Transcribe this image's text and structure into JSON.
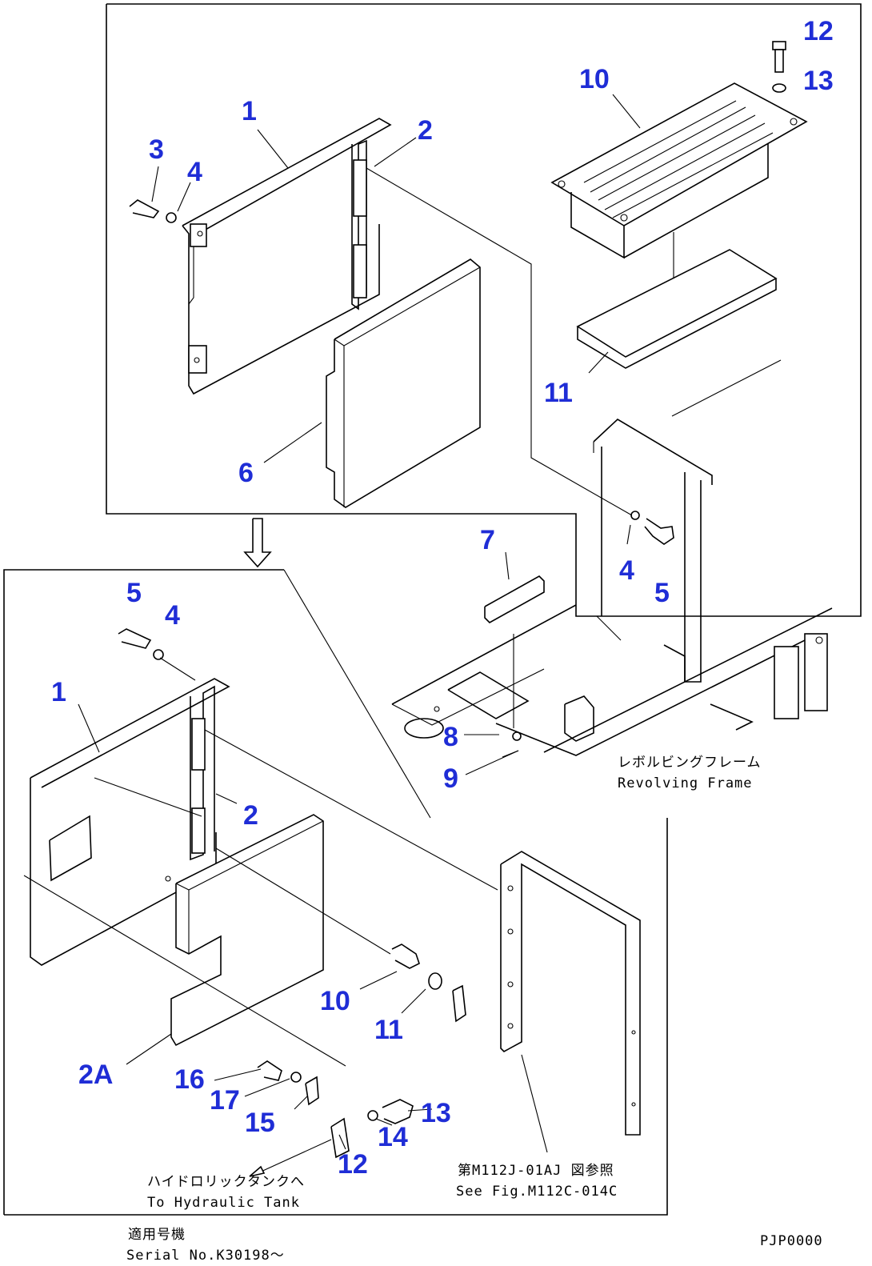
{
  "callouts": {
    "top": {
      "p1": "1",
      "p2": "2",
      "p3": "3",
      "p4": "4",
      "p6": "6",
      "p10": "10",
      "p11": "11",
      "p12": "12",
      "p13": "13"
    },
    "middle": {
      "p4": "4",
      "p5": "5",
      "p7": "7",
      "p8": "8",
      "p9": "9"
    },
    "bottom": {
      "p5": "5",
      "p4": "4",
      "p1": "1",
      "p2": "2",
      "p10": "10",
      "p11": "11",
      "p2a": "2A",
      "p16": "16",
      "p17": "17",
      "p15": "15",
      "p14": "14",
      "p13": "13",
      "p12": "12"
    }
  },
  "notes": {
    "revolving_frame_jp": "レボルビングフレーム",
    "revolving_frame_en": "Revolving Frame",
    "see_fig_jp": "第M112J-01AJ 図参照",
    "see_fig_en": "See Fig.M112C-014C",
    "to_tank_jp": "ハイドロリックタンクへ",
    "to_tank_en": "To Hydraulic Tank",
    "applicable_jp": "適用号機",
    "serial": "Serial No.K30198～",
    "drawing_code": "PJP0000"
  }
}
